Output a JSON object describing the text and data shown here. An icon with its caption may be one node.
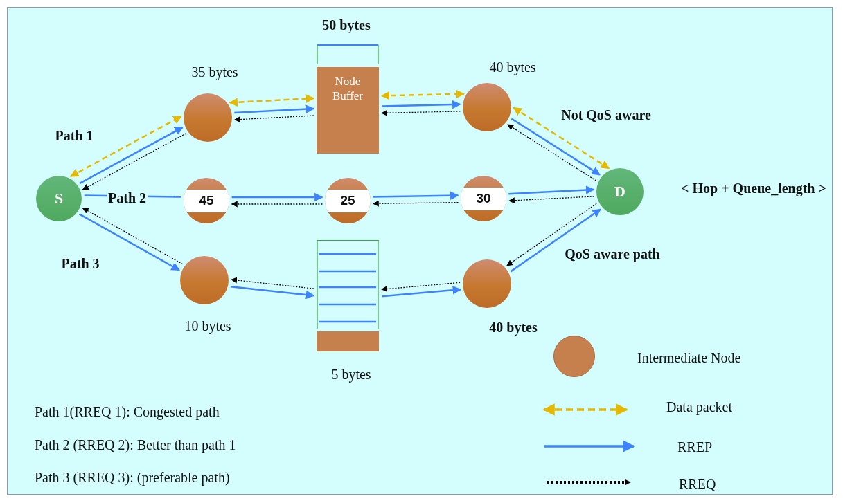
{
  "diagram": {
    "nodes": [
      {
        "text": [
          "S"
        ]
      },
      {
        "text": [],
        "shape": "circle",
        "beside": [
          "35 bytes"
        ]
      },
      {
        "text": [
          "Node Buffer"
        ],
        "beside": [
          "50 bytes"
        ]
      },
      {
        "text": [],
        "shape": "circle",
        "beside": [
          "40 bytes"
        ]
      },
      {
        "text": [
          "D"
        ],
        "beside": [
          "< Hop + Queue_length >"
        ]
      },
      {
        "text": [
          "45"
        ]
      },
      {
        "text": [
          "25"
        ]
      },
      {
        "text": [
          "30"
        ]
      },
      {
        "text": [],
        "shape": "circle",
        "beside": [
          "10 bytes"
        ]
      },
      {
        "text": [],
        "shape": "box",
        "beside": [
          "5 bytes"
        ]
      },
      {
        "text": [],
        "shape": "circle",
        "beside": [
          "40 bytes"
        ]
      }
    ],
    "edges": [
      {
        "from": 0,
        "to": 1,
        "arrow": "both",
        "style": "dashed",
        "color": "#e6b800"
      },
      {
        "from": 1,
        "to": 2,
        "arrow": "both",
        "style": "dashed",
        "color": "#e6b800"
      },
      {
        "from": 2,
        "to": 3,
        "arrow": "both",
        "style": "dashed",
        "color": "#e6b800"
      },
      {
        "from": 3,
        "to": 4,
        "arrow": "both",
        "style": "dashed",
        "color": "#e6b800"
      },
      {
        "from": 0,
        "to": 1,
        "arrow": "to"
      },
      {
        "from": 1,
        "to": 2,
        "arrow": "to"
      },
      {
        "from": 2,
        "to": 3,
        "arrow": "to"
      },
      {
        "from": 3,
        "to": 4,
        "arrow": "to"
      },
      {
        "from": 1,
        "to": 0,
        "arrow": "to",
        "style": "dashed",
        "color": "#000000"
      },
      {
        "from": 2,
        "to": 1,
        "arrow": "to",
        "style": "dashed",
        "color": "#000000"
      },
      {
        "from": 3,
        "to": 2,
        "arrow": "to",
        "style": "dashed",
        "color": "#000000"
      },
      {
        "from": 4,
        "to": 3,
        "arrow": "to",
        "style": "dashed",
        "color": "#000000"
      },
      {
        "from": 0,
        "to": 5,
        "arrow": "none",
        "label": "Path 2"
      },
      {
        "from": 5,
        "to": 6,
        "arrow": "to"
      },
      {
        "from": 6,
        "to": 7,
        "arrow": "to"
      },
      {
        "from": 7,
        "to": 4,
        "arrow": "to"
      },
      {
        "from": 6,
        "to": 5,
        "arrow": "to",
        "style": "dashed",
        "color": "#000000"
      },
      {
        "from": 7,
        "to": 6,
        "arrow": "to",
        "style": "dashed",
        "color": "#000000"
      },
      {
        "from": 4,
        "to": 7,
        "arrow": "to",
        "style": "dashed",
        "color": "#000000"
      },
      {
        "from": 0,
        "to": 8,
        "arrow": "to"
      },
      {
        "from": 8,
        "to": 9,
        "arrow": "to"
      },
      {
        "from": 9,
        "to": 10,
        "arrow": "to"
      },
      {
        "from": 10,
        "to": 4,
        "arrow": "to"
      },
      {
        "from": 8,
        "to": 0,
        "arrow": "to",
        "style": "dashed",
        "color": "#000000"
      },
      {
        "from": 9,
        "to": 8,
        "arrow": "to",
        "style": "dashed",
        "color": "#000000"
      },
      {
        "from": 10,
        "to": 9,
        "arrow": "to",
        "style": "dashed",
        "color": "#000000"
      },
      {
        "from": 4,
        "to": 10,
        "arrow": "to",
        "style": "dashed",
        "color": "#000000"
      }
    ],
    "labels": [
      "Path 1",
      "Path 3",
      "Not QoS aware",
      "QoS aware path",
      "Path 1(RREQ 1): Congested path",
      "Path 2 (RREQ 2): Better than path 1",
      "Path 3 (RREQ 3): (preferable path)"
    ],
    "legend": [
      {
        "text": "Intermediate Node"
      },
      {
        "text": "Data packet"
      },
      {
        "text": "RREP"
      },
      {
        "text": "RREQ"
      }
    ]
  }
}
